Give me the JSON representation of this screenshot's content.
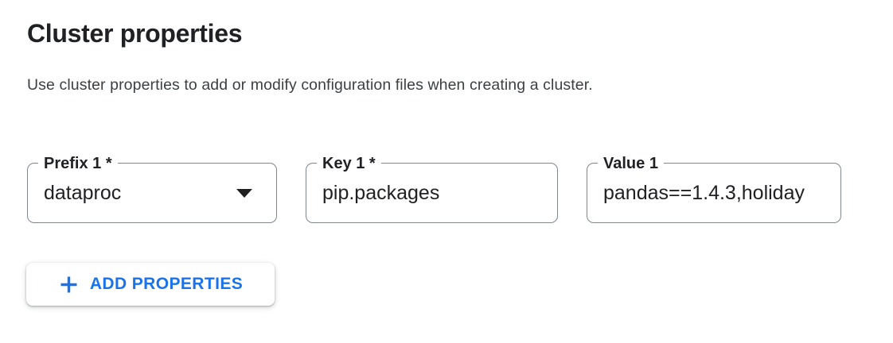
{
  "page": {
    "title": "Cluster properties",
    "description": "Use cluster properties to add or modify configuration files when creating a cluster."
  },
  "fields": {
    "prefix": {
      "label": "Prefix 1 *",
      "value": "dataproc",
      "required": true,
      "type": "dropdown"
    },
    "key": {
      "label": "Key 1 *",
      "value": "pip.packages",
      "required": true,
      "type": "text"
    },
    "value": {
      "label": "Value 1",
      "value": "pandas==1.4.3,holiday",
      "required": false,
      "type": "text",
      "note": "text clipped at right edge of field"
    }
  },
  "actions": {
    "add_properties": {
      "label": "ADD PROPERTIES",
      "icon": "plus-icon"
    }
  },
  "colors": {
    "accent_blue": "#1a73e8",
    "field_border_gray": "#80868b",
    "text_primary": "#202124",
    "text_secondary": "#3c4043",
    "background": "#ffffff"
  }
}
